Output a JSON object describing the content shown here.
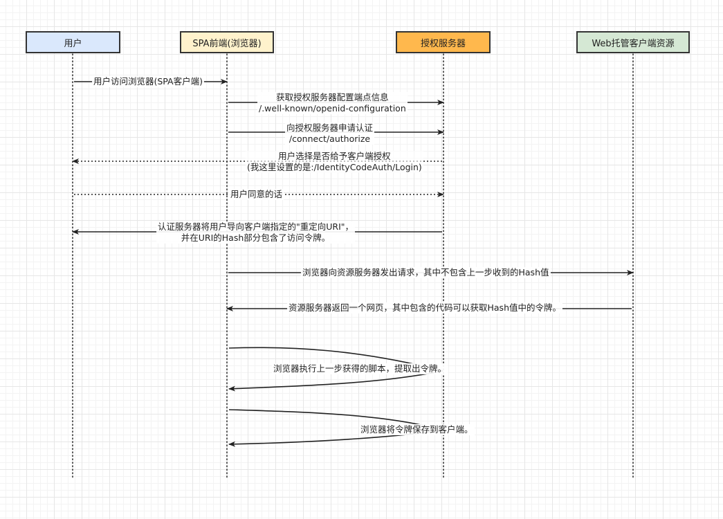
{
  "actors": [
    {
      "id": "user",
      "label": "用户",
      "fill": "#dae8fc"
    },
    {
      "id": "spa",
      "label": "SPA前端(浏览器)",
      "fill": "#fff2cc"
    },
    {
      "id": "auth",
      "label": "授权服务器",
      "fill": "#ffb84d"
    },
    {
      "id": "web",
      "label": "Web托管客户端资源",
      "fill": "#d5e8d4"
    }
  ],
  "messages": [
    {
      "id": "m1",
      "from": "user",
      "to": "spa",
      "style": "solid",
      "lines": [
        "用户访问浏览器(SPA客户端)"
      ]
    },
    {
      "id": "m2",
      "from": "spa",
      "to": "auth",
      "style": "solid",
      "lines": [
        "获取授权服务器配置端点信息",
        "/.well-known/openid-configuration"
      ]
    },
    {
      "id": "m3",
      "from": "spa",
      "to": "auth",
      "style": "solid",
      "lines": [
        "向授权服务器申请认证",
        "/connect/authorize"
      ]
    },
    {
      "id": "m4",
      "from": "auth",
      "to": "user",
      "style": "dotted",
      "lines": [
        "用户选择是否给予客户端授权",
        "(我这里设置的是:/IdentityCodeAuth/Login)"
      ]
    },
    {
      "id": "m5",
      "from": "user",
      "to": "auth",
      "style": "dotted",
      "lines": [
        "用户同意的话"
      ]
    },
    {
      "id": "m6",
      "from": "auth",
      "to": "user",
      "style": "solid",
      "lines": [
        "认证服务器将用户导向客户端指定的\"重定向URI\"，",
        "并在URI的Hash部分包含了访问令牌。"
      ]
    },
    {
      "id": "m7",
      "from": "spa",
      "to": "web",
      "style": "solid",
      "lines": [
        "浏览器向资源服务器发出请求，其中不包含上一步收到的Hash值"
      ]
    },
    {
      "id": "m8",
      "from": "web",
      "to": "spa",
      "style": "solid",
      "lines": [
        "资源服务器返回一个网页，其中包含的代码可以获取Hash值中的令牌。"
      ]
    },
    {
      "id": "m9",
      "from": "spa",
      "to": "spa",
      "style": "self",
      "lines": [
        "浏览器执行上一步获得的脚本，提取出令牌。"
      ]
    },
    {
      "id": "m10",
      "from": "spa",
      "to": "spa",
      "style": "self",
      "lines": [
        "浏览器将令牌保存到客户端。"
      ]
    }
  ]
}
